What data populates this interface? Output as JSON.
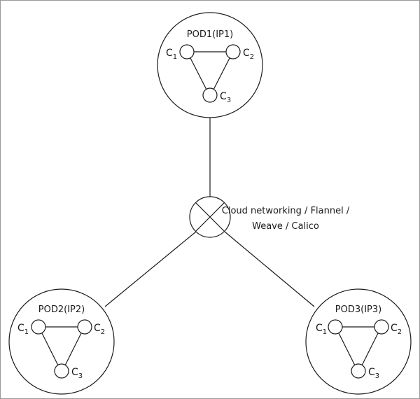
{
  "pods": [
    {
      "id": "pod1",
      "label": "POD1(IP1)",
      "containers": [
        {
          "base": "C",
          "sub": "1"
        },
        {
          "base": "C",
          "sub": "2"
        },
        {
          "base": "C",
          "sub": "3"
        }
      ]
    },
    {
      "id": "pod2",
      "label": "POD2(IP2)",
      "containers": [
        {
          "base": "C",
          "sub": "1"
        },
        {
          "base": "C",
          "sub": "2"
        },
        {
          "base": "C",
          "sub": "3"
        }
      ]
    },
    {
      "id": "pod3",
      "label": "POD3(IP3)",
      "containers": [
        {
          "base": "C",
          "sub": "1"
        },
        {
          "base": "C",
          "sub": "2"
        },
        {
          "base": "C",
          "sub": "3"
        }
      ]
    }
  ],
  "network": {
    "label_line1": "Cloud networking / Flannel /",
    "label_line2": "Weave / Calico"
  }
}
